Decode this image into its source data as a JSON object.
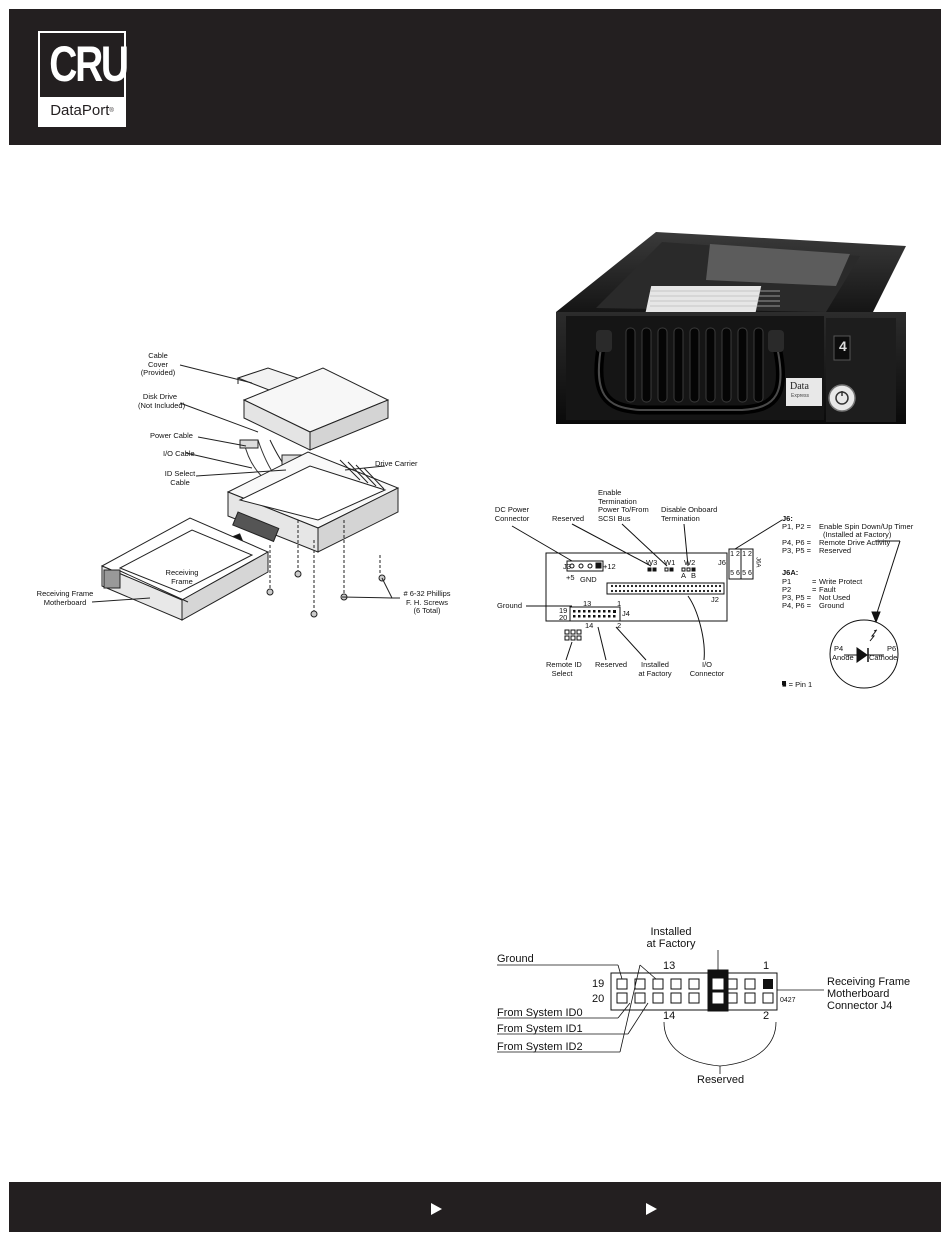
{
  "header": {
    "logo_main": "CRU",
    "logo_sub": "DataPort",
    "logo_reg": "®"
  },
  "exploded_view": {
    "labels": {
      "cable_cover": [
        "Cable",
        "Cover",
        "(Provided)"
      ],
      "disk_drive": [
        "Disk Drive",
        "(Not Included)"
      ],
      "power_cable": "Power Cable",
      "io_cable": "I/O Cable",
      "id_select": [
        "ID Select",
        "Cable"
      ],
      "drive_carrier": "Drive Carrier",
      "receiving_frame": [
        "Receiving",
        "Frame"
      ],
      "receiving_frame_mb": [
        "Receiving Frame",
        "Motherboard"
      ],
      "screws": [
        "# 6-32 Phillips",
        "F. H. Screws",
        "(6 Total)"
      ]
    }
  },
  "photo": {
    "brand": "Data",
    "brand_sub": "Express",
    "tray_mark": "4"
  },
  "board_diagram": {
    "callouts": {
      "dc_power": [
        "DC Power",
        "Connector"
      ],
      "reserved_top": "Reserved",
      "enable_term": [
        "Enable",
        "Termination",
        "Power To/From",
        "SCSI Bus"
      ],
      "disable_term": [
        "Disable Onboard",
        "Termination"
      ],
      "ground": "Ground",
      "remote_id": [
        "Remote ID",
        "Select"
      ],
      "reserved_bottom": "Reserved",
      "installed": [
        "Installed",
        "at Factory"
      ],
      "io_conn": [
        "I/O",
        "Connector"
      ]
    },
    "board": {
      "j3": "J3",
      "plus12": "+12",
      "plus5": "+5",
      "gnd": "GND",
      "w3": "W3",
      "w1": "W1",
      "w2": "W2",
      "a": "A",
      "b": "B",
      "j6": "J6",
      "j6a": "J6A",
      "j2": "J2",
      "j4": "J4",
      "n13": "13",
      "n1": "1",
      "n19": "19",
      "n20": "20",
      "n14": "14",
      "n2": "2",
      "n12a": "1 2",
      "n56a": "5 6",
      "n12b": "1 2",
      "n56b": "5 6"
    },
    "j6_title": "J6:",
    "j6_rows": [
      {
        "pins": "P1, P2 =",
        "desc": "Enable Spin Down/Up Timer"
      },
      {
        "pins": "",
        "desc": "(Installed at Factory)"
      },
      {
        "pins": "P4, P6 =",
        "desc": "Remote Drive Activity"
      },
      {
        "pins": "P3, P5 =",
        "desc": "Reserved"
      }
    ],
    "j6a_title": "J6A:",
    "j6a_rows": [
      {
        "pins": "P1",
        "eq": "=",
        "desc": "Write Protect"
      },
      {
        "pins": "P2",
        "eq": "=",
        "desc": "Fault"
      },
      {
        "pins": "P3, P5 =",
        "eq": "",
        "desc": "Not Used"
      },
      {
        "pins": "P4, P6 =",
        "eq": "",
        "desc": "Ground"
      }
    ],
    "led": {
      "p4": "P4",
      "anode": "Anode",
      "p6": "P6",
      "cathode": "Cathode"
    },
    "pin1_legend": "■ = Pin 1"
  },
  "j4_detail": {
    "installed": [
      "Installed",
      "at Factory"
    ],
    "ground": "Ground",
    "n13": "13",
    "n1": "1",
    "n19": "19",
    "n20": "20",
    "n14": "14",
    "n2": "2",
    "part_no": "0427",
    "id0": "From System ID0",
    "id1": "From System ID1",
    "id2": "From System ID2",
    "reserved": "Reserved",
    "connector": [
      "Receiving Frame",
      "Motherboard",
      "Connector J4"
    ]
  }
}
